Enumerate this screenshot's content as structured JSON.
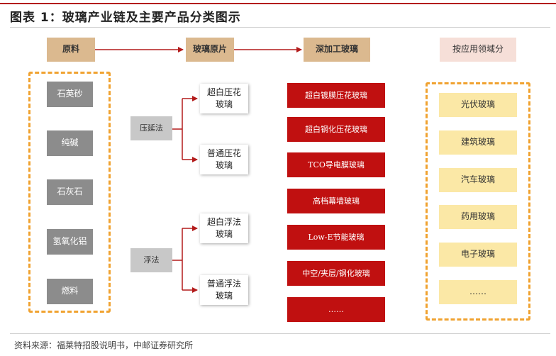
{
  "title": "图表 1：玻璃产业链及主要产品分类图示",
  "headers": {
    "raw": "原料",
    "glass_sheet": "玻璃原片",
    "deep_process": "深加工玻璃",
    "by_application": "按应用领域分"
  },
  "raw_materials": [
    "石英砂",
    "纯碱",
    "石灰石",
    "氢氧化铝",
    "燃料"
  ],
  "methods": {
    "rolling": {
      "label": "压延法",
      "products": [
        "超白压花\n玻璃",
        "普通压花\n玻璃"
      ]
    },
    "float": {
      "label": "浮法",
      "products": [
        "超白浮法\n玻璃",
        "普通浮法\n玻璃"
      ]
    }
  },
  "deep_processed": [
    "超白镀膜压花玻璃",
    "超白钢化压花玻璃",
    "TCO导电膜玻璃",
    "高档幕墙玻璃",
    "Low-E节能玻璃",
    "中空/夹层/钢化玻璃",
    "……"
  ],
  "applications": [
    "光伏玻璃",
    "建筑玻璃",
    "汽车玻璃",
    "药用玻璃",
    "电子玻璃",
    "……"
  ],
  "source": "资料来源：福莱特招股说明书，中邮证券研究所",
  "colors": {
    "accent_red": "#c01010",
    "header_tan": "#dbb98f",
    "dash_orange": "#f0a230",
    "app_yellow": "#fbe8a6"
  }
}
